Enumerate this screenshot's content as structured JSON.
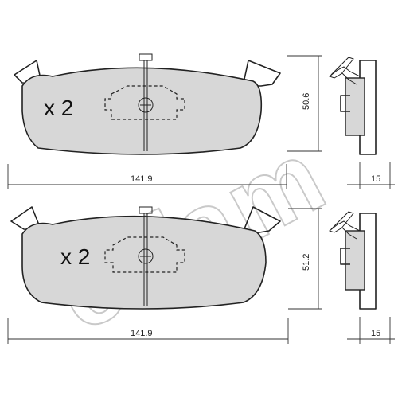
{
  "watermark": "cifam",
  "pads": [
    {
      "quantity": "x 2",
      "height": "50.6",
      "width": "141.9",
      "thickness": "15"
    },
    {
      "quantity": "x 2",
      "height": "51.2",
      "width": "141.9",
      "thickness": "15"
    }
  ]
}
